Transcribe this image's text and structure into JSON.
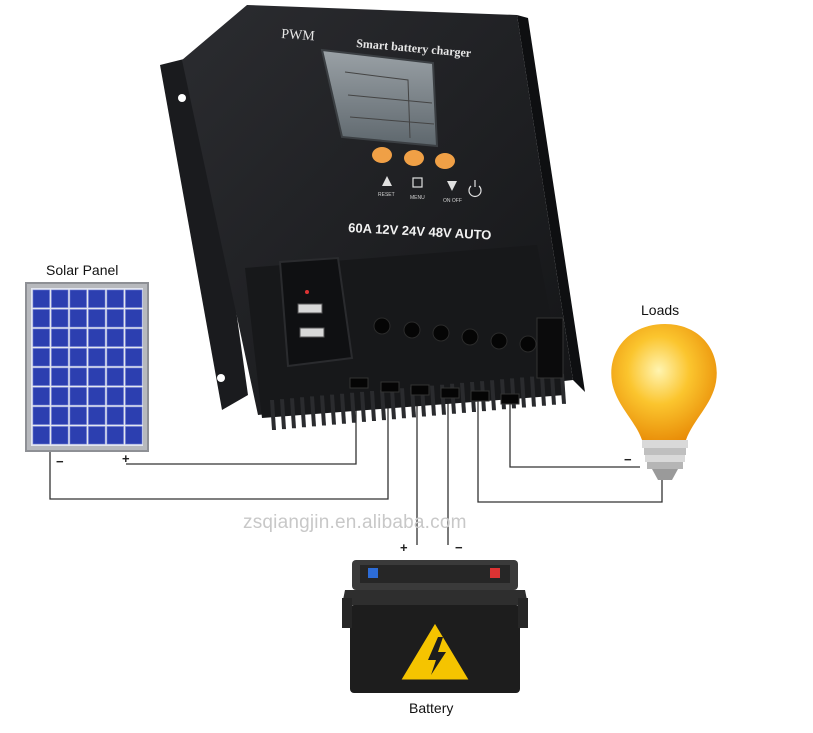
{
  "controller": {
    "brand": "PWM",
    "title": "Smart battery charger",
    "spec": "60A 12V 24V 48V AUTO",
    "buttons": [
      "RESET",
      "MENU",
      "ON OFF"
    ]
  },
  "labels": {
    "solar_panel": "Solar Panel",
    "loads": "Loads",
    "battery": "Battery"
  },
  "terminals": {
    "solar_minus": "−",
    "solar_plus": "+",
    "battery_plus": "+",
    "battery_minus": "−",
    "loads_minus": "−"
  },
  "watermark": "zsqiangjin.en.alibaba.com",
  "colors": {
    "controller_body": "#1e1f22",
    "button_orange": "#f0a046",
    "panel_blue": "#2c3fb0",
    "bulb_yellow": "#f7b21c",
    "battery_body": "#1d1d1d",
    "warning_yellow": "#f5c400",
    "wire": "#333333"
  }
}
